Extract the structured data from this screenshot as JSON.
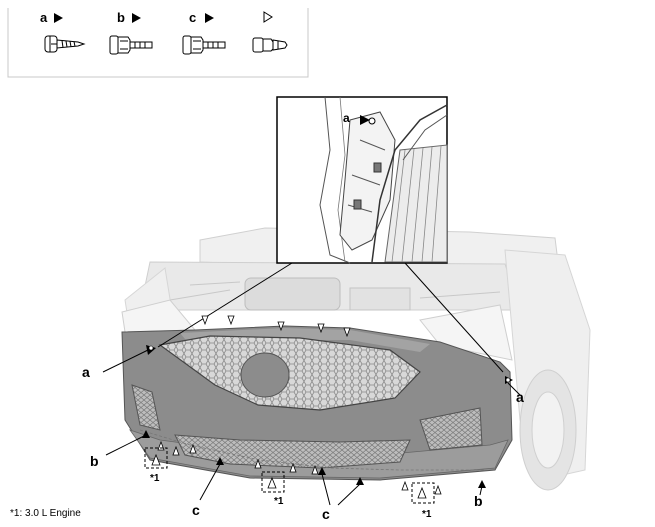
{
  "legend": {
    "items": [
      {
        "letter": "a",
        "marker": "filled-triangle",
        "fastener": "screw-icon"
      },
      {
        "letter": "b",
        "marker": "filled-triangle",
        "fastener": "flange-bolt-icon"
      },
      {
        "letter": "c",
        "marker": "filled-triangle",
        "fastener": "flange-bolt-icon"
      },
      {
        "letter": "",
        "marker": "outline-triangle",
        "fastener": "clip-icon"
      }
    ]
  },
  "callouts": {
    "a_detail": "a",
    "a_left": "a",
    "a_right": "a",
    "b_left": "b",
    "b_right": "b",
    "c_left": "c",
    "c_center": "c",
    "star1_a": "*1",
    "star1_b": "*1",
    "star1_c": "*1"
  },
  "footnote": "*1: 3.0 L Engine",
  "colors": {
    "bumper": "#8c8c8c",
    "bumper_dark": "#6e6e6e",
    "body_light": "#e6e6e6",
    "line": "#000000"
  }
}
